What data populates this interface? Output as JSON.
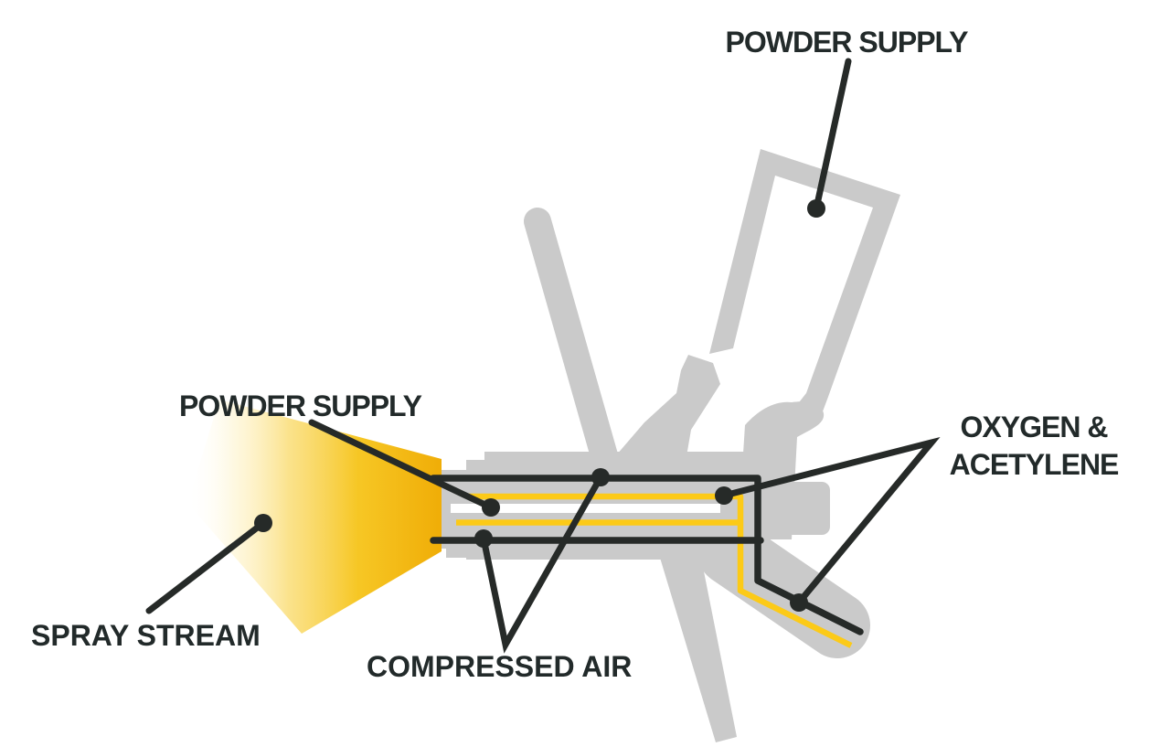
{
  "diagram": {
    "subject": "powder flame spray gun cross-section",
    "labels": {
      "powder_supply_top": "POWDER SUPPLY",
      "powder_supply_nozzle": "POWDER SUPPLY",
      "spray_stream": "SPRAY STREAM",
      "compressed_air": "COMPRESSED AIR",
      "oxygen_acetylene": {
        "line1": "OXYGEN &",
        "line2": "ACETYLENE"
      }
    },
    "colors": {
      "ink": "#262a28",
      "silhouette_gray": "#cacaca",
      "gas_line_yellow": "#fcca17",
      "flame_yellow": "#f0ad07",
      "background": "#ffffff"
    }
  }
}
